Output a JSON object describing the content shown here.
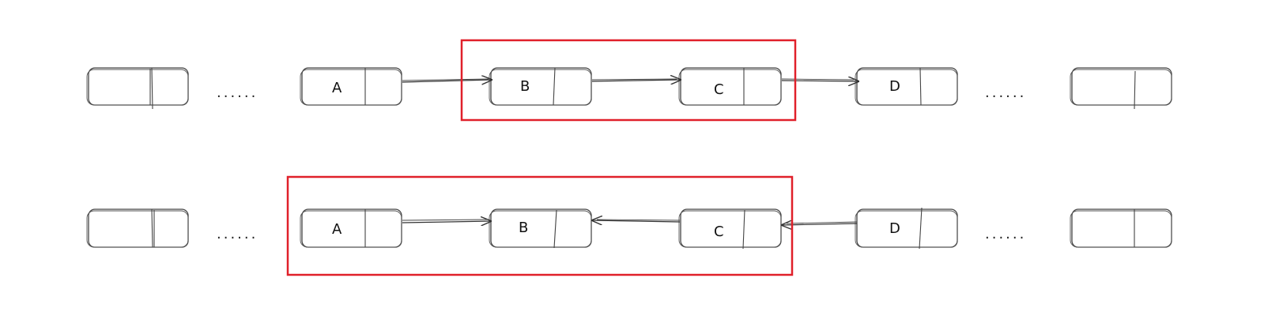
{
  "diagram": {
    "highlight_color": "#e0202a",
    "ellipsis": "......",
    "rows": [
      {
        "nodes": [
          {
            "label": ""
          },
          {
            "label": "A"
          },
          {
            "label": "B"
          },
          {
            "label": "C"
          },
          {
            "label": "D"
          },
          {
            "label": ""
          }
        ],
        "links": [
          {
            "from": "A",
            "to": "B",
            "direction": "forward"
          },
          {
            "from": "B",
            "to": "C",
            "direction": "forward"
          },
          {
            "from": "C",
            "to": "D",
            "direction": "forward"
          }
        ],
        "highlighted_nodes": [
          "B",
          "C"
        ]
      },
      {
        "nodes": [
          {
            "label": ""
          },
          {
            "label": "A"
          },
          {
            "label": "B"
          },
          {
            "label": "C"
          },
          {
            "label": "D"
          },
          {
            "label": ""
          }
        ],
        "links": [
          {
            "from": "A",
            "to": "B",
            "direction": "forward"
          },
          {
            "from": "C",
            "to": "B",
            "direction": "forward"
          },
          {
            "from": "D",
            "to": "C",
            "direction": "forward"
          }
        ],
        "highlighted_nodes": [
          "A",
          "B",
          "C"
        ]
      }
    ]
  }
}
